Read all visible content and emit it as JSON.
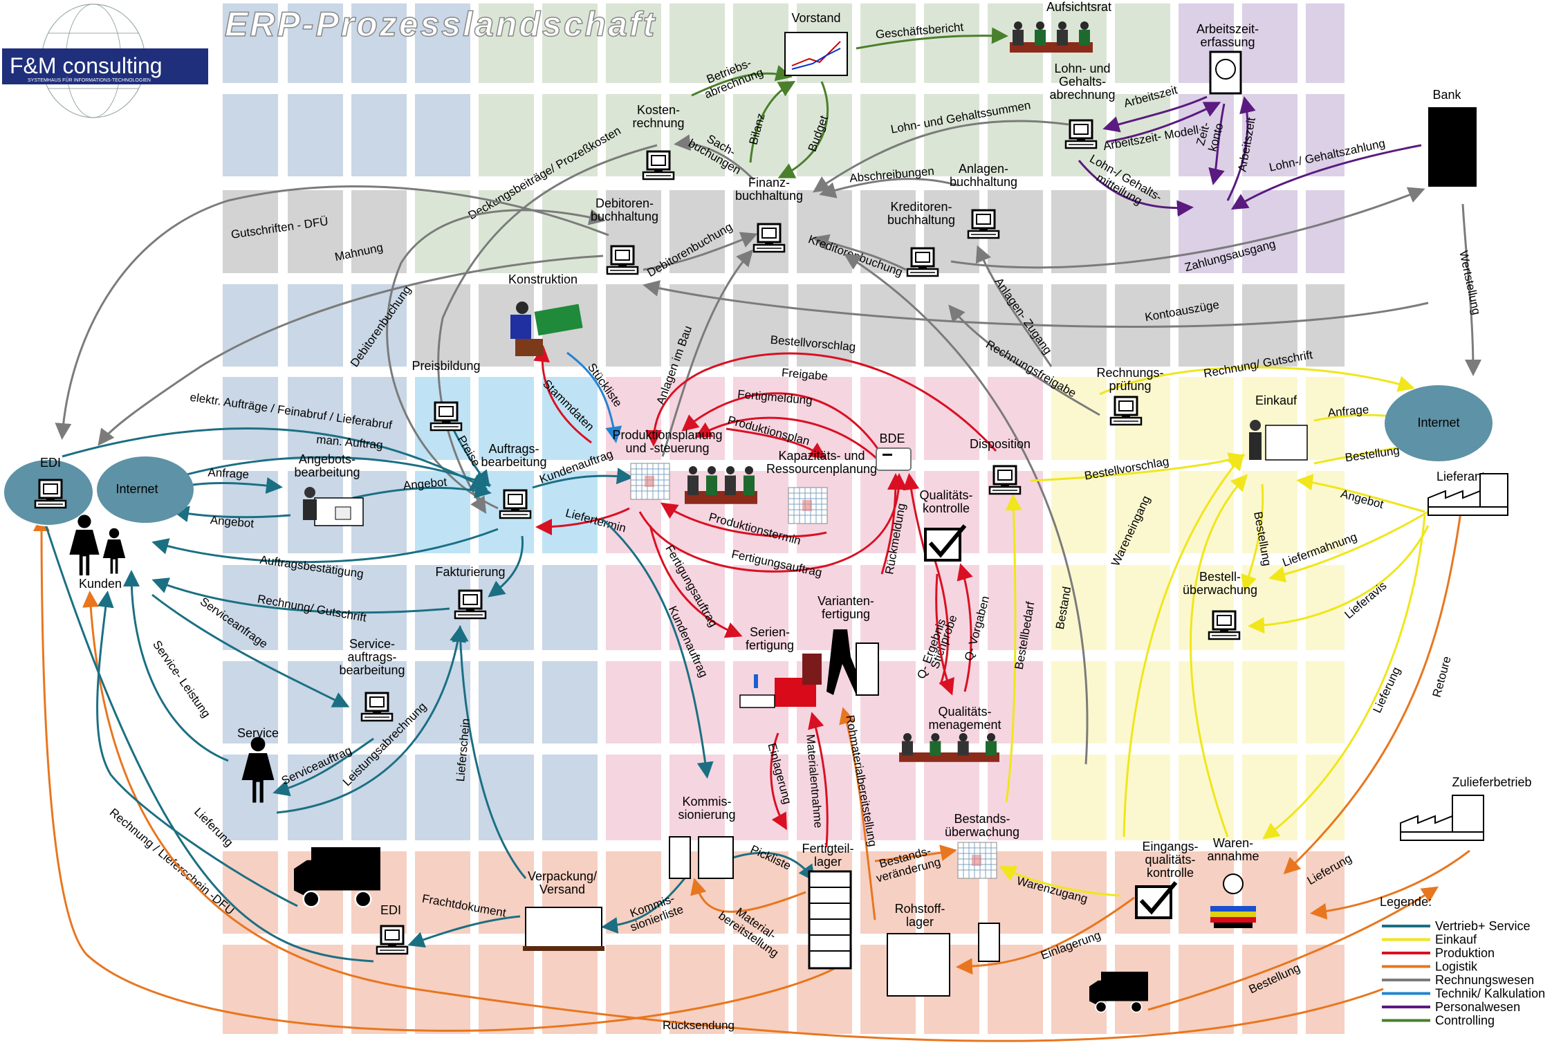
{
  "title": "ERP-Prozesslandschaft",
  "logo": {
    "text": "F&M consulting",
    "subtitle": "SYSTEMHAUS FÜR INFORMATIONS-TECHNOLOGIEN"
  },
  "colors": {
    "blue_zone": "#c9d7e6",
    "lightblue_zone": "#bfe3f5",
    "green_zone": "#dbe5d5",
    "gray_zone": "#d3d3d3",
    "pink_zone": "#f5d5e0",
    "yellow_zone": "#fbf8cf",
    "purple_zone": "#dbd0e6",
    "salmon_zone": "#f6d0c2",
    "ellipse": "#5e92a6",
    "vertrieb": "#1b6f83",
    "einkauf": "#f0e61a",
    "produktion": "#d91023",
    "logistik": "#e8761e",
    "rechnungswesen": "#7b7b7b",
    "technik": "#2383d1",
    "personal": "#5a1a80",
    "controlling": "#4a7f2c"
  },
  "nodes": {
    "vorstand": "Vorstand",
    "aufsichtsrat": "Aufsichtsrat",
    "arbeitszeit": [
      "Arbeitszeit-",
      "erfassung"
    ],
    "lohn": [
      "Lohn- und",
      "Gehalts-",
      "abrechnung"
    ],
    "bank": "Bank",
    "kostenrechnung": [
      "Kosten-",
      "rechnung"
    ],
    "finanz": [
      "Finanz-",
      "buchhaltung"
    ],
    "anlagen": [
      "Anlagen-",
      "buchhaltung"
    ],
    "debitoren": [
      "Debitoren-",
      "buchhaltung"
    ],
    "kreditoren": [
      "Kreditoren-",
      "buchhaltung"
    ],
    "konstruktion": "Konstruktion",
    "preisbildung": "Preisbildung",
    "edi_left": "EDI",
    "internet_left": "Internet",
    "kunden": "Kunden",
    "angebot_bearb": [
      "Angebots-",
      "bearbeitung"
    ],
    "auftrag_bearb": [
      "Auftrags-",
      "bearbeitung"
    ],
    "ppsteuerung": [
      "Produktionsplanung",
      "und -steuerung"
    ],
    "kapazitaet": [
      "Kapazitäts- und",
      "Ressourcenplanung"
    ],
    "bde": "BDE",
    "disposition": "Disposition",
    "rechnungspruefung": [
      "Rechnungs-",
      "prüfung"
    ],
    "einkauf": "Einkauf",
    "internet_right": "Internet",
    "lieferanten": "Lieferanten",
    "qualitaetskontrolle": [
      "Qualitäts-",
      "kontrolle"
    ],
    "fakturierung": "Fakturierung",
    "serienfertigung": [
      "Serien-",
      "fertigung"
    ],
    "variantenfertigung": [
      "Varianten-",
      "fertigung"
    ],
    "service_auftrag": [
      "Service-",
      "auftrags-",
      "bearbeitung"
    ],
    "service": "Service",
    "qm": [
      "Qualitäts-",
      "menagement"
    ],
    "bestellueberwachung": [
      "Bestell-",
      "überwachung"
    ],
    "kommissionierung": [
      "Kommis-",
      "sionierung"
    ],
    "bestandsueberwachung": [
      "Bestands-",
      "überwachung"
    ],
    "zulieferbetrieb": "Zulieferbetrieb",
    "eingangsqk": [
      "Eingangs-",
      "qualitäts-",
      "kontrolle"
    ],
    "warenannahme": [
      "Waren-",
      "annahme"
    ],
    "verpackung": [
      "Verpackung/",
      "Versand"
    ],
    "fertigteillager": [
      "Fertigteil-",
      "lager"
    ],
    "rohstofflager": [
      "Rohstoff-",
      "lager"
    ],
    "edi_bottom": "EDI"
  },
  "flows": {
    "geschaeftsbericht": "Geschäftsbericht",
    "betriebsabrechnung": [
      "Betriebs-",
      "abrechnung"
    ],
    "bilanz": "Bilanz",
    "budget": "Budget",
    "sachbuchungen": [
      "Sach-",
      "buchungen"
    ],
    "lohn_gehaltssummen": "Lohn- und Gehaltssummen",
    "arbeitszeit": "Arbeitszeit",
    "arbeitszeit_modell": "Arbeitszeit- Modell",
    "zeitkonto": [
      "Zeit-",
      "konto"
    ],
    "arbeitszeit2": "Arbeitszeit",
    "lohn_gehaltsmitteilung": [
      "Lohn-/ Gehalts-",
      "mitteilung"
    ],
    "lohn_gehaltszahlung": "Lohn-/ Gehaltszahlung",
    "deckungsbeitraege": "Deckungsbeiträge/ Prozeßkosten",
    "abschreibungen": "Abschreibungen",
    "gutschriften": "Gutschriften - DFÜ",
    "mahnung": "Mahnung",
    "debitorenbuchung": "Debitorenbuchung",
    "debitorenbuchung2": "Debitorenbuchung",
    "kreditorenbuchung": "Kreditorenbuchung",
    "zahlungsausgang": "Zahlungsausgang",
    "wertstellung": "Wertstellung",
    "kontoauszuege": "Kontoauszüge",
    "anlagen_zugang": "Anlagen- Zugang",
    "rechnungsfreigabe": "Rechnungsfreigabe",
    "anlagen_im_bau": "Anlagen im Bau",
    "stueckliste": "Stückliste",
    "stammdaten": "Stammdaten",
    "bestellvorschlag": "Bestellvorschlag",
    "freigabe": "Freigabe",
    "fertigmeldung": "Fertigmeldung",
    "produktionsplan": "Produktionsplan",
    "elektr_auftraege": "elektr. Aufträge / Feinabruf / Lieferabruf",
    "man_auftrag": "man. Auftrag",
    "anfrage": "Anfrage",
    "angebot": "Angebot",
    "angebot2": "Angebot",
    "preise": "Preise",
    "kundenauftrag": "Kundenauftrag",
    "liefertermin": "Liefertermin",
    "produktionstermin": "Produktionstermin",
    "fertigungsauftrag": "Fertigungsauftrag",
    "rechnung_gutschrift": "Rechnung/ Gutschrift",
    "anfrage_r": "Anfrage",
    "bestellung_r": "Bestellung",
    "bestellvorschlag_r": "Bestellvorschlag",
    "angebot_r": "Angebot",
    "auftragsbestaetigung": "Auftragsbestätigung",
    "rechnung_gutschrift2": "Rechnung/ Gutschrift",
    "serviceanfrage": "Serviceanfrage",
    "service_leistung": "Service- Leistung",
    "serviceauftrag": "Serviceauftrag",
    "leistungsabrechnung": "Leistungsabrechnung",
    "lieferschein": "Lieferschein",
    "kundenauftrag2": "Kundenauftrag",
    "fertigungsauftrag2": "Fertigungsauftrag",
    "rueckmeldung": "Rückmeldung",
    "stichprobe": "Stichprobe",
    "q_ergebnis": "Q- Ergebnis",
    "q_vorgaben": "Q- Vorgaben",
    "bestellbedarf": "Bestellbedarf",
    "bestand": "Bestand",
    "wareneingang": "Wareneingang",
    "bestellung_v": "Bestellung",
    "liefermahnung": "Liefermahnung",
    "lieferavis": "Lieferavis",
    "lieferung_y": "Lieferung",
    "retoure": "Retoure",
    "einlagerung": "Einlagerung",
    "materialentnahme": "Materialentnahme",
    "rohmaterialbereitstellung": "Rohmaterialbereitstellung",
    "bestandsveraenderung": [
      "Bestands-",
      "veränderung"
    ],
    "warenzugang": "Warenzugang",
    "picklist": "Pickliste",
    "kommissionierliste": [
      "Kommis-",
      "sionierliste"
    ],
    "materialbereitstellung": [
      "Material-",
      "bereitstellung"
    ],
    "frachtdokument": "Frachtdokument",
    "lieferung_left": "Lieferung",
    "rechnung_lieferschein": "Rechnung / Lieferschein -DFÜ",
    "ruecksendung": "Rücksendung",
    "einlagerung2": "Einlagerung",
    "lieferung_zu": "Lieferung",
    "bestellung_b": "Bestellung"
  },
  "legend": {
    "title": "Legende:",
    "items": [
      {
        "label": "Vertrieb+ Service",
        "color": "#1b6f83"
      },
      {
        "label": "Einkauf",
        "color": "#f0e61a"
      },
      {
        "label": "Produktion",
        "color": "#d91023"
      },
      {
        "label": "Logistik",
        "color": "#e8761e"
      },
      {
        "label": "Rechnungswesen",
        "color": "#7b7b7b"
      },
      {
        "label": "Technik/ Kalkulation",
        "color": "#2383d1"
      },
      {
        "label": "Personalwesen",
        "color": "#5a1a80"
      },
      {
        "label": "Controlling",
        "color": "#4a7f2c"
      }
    ]
  }
}
